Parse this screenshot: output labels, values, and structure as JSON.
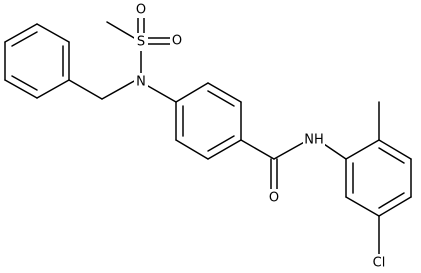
{
  "molecule": {
    "atoms": {
      "S": "S",
      "O_top": "O",
      "O_right": "O",
      "N_sulfonamide": "N",
      "N_amide": "NH",
      "O_carbonyl": "O",
      "Cl": "Cl"
    }
  },
  "colors": {
    "bond": "#000000",
    "label": "#000000",
    "background": "#ffffff"
  }
}
